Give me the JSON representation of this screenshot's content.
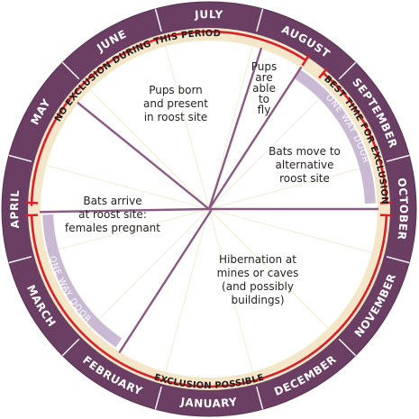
{
  "months": [
    "JANUARY",
    "FEBRUARY",
    "MARCH",
    "APRIL",
    "MAY",
    "JUNE",
    "JULY",
    "AUGUST",
    "SEPTEMBER",
    "OCTOBER",
    "NOVEMBER",
    "DECEMBER"
  ],
  "periods": {
    "no_exclusion": "NO EXCLUSION DURING THIS PERIOD",
    "best_time": "BEST TIME FOR EXCLUSION",
    "possible": "EXCLUSION POSSIBLE"
  },
  "doors": {
    "door_a": "ONE WAY DOOR",
    "door_b": "ONE WAY DOOR"
  },
  "regions": {
    "pups_born": [
      "Pups born",
      "and present",
      "in roost site"
    ],
    "pups_fly": [
      "Pups",
      "are",
      "able",
      "to",
      "fly"
    ],
    "bats_move": [
      "Bats move to",
      "alternative",
      "roost site"
    ],
    "bats_arrive": [
      "Bats arrive",
      "at roost site:",
      "females pregnant"
    ],
    "hibernation": [
      "Hibernation at",
      "mines or caves",
      "(and possibly",
      "buildings)"
    ]
  },
  "colors": {
    "ring": "#6b3e63",
    "band": "#f4e6c8",
    "bracket": "#d8202a",
    "door": "#c9b9d3",
    "spoke": "#8a5a82",
    "guide": "#f3ead2",
    "text": "#231f20",
    "month_text": "#ffffff"
  }
}
